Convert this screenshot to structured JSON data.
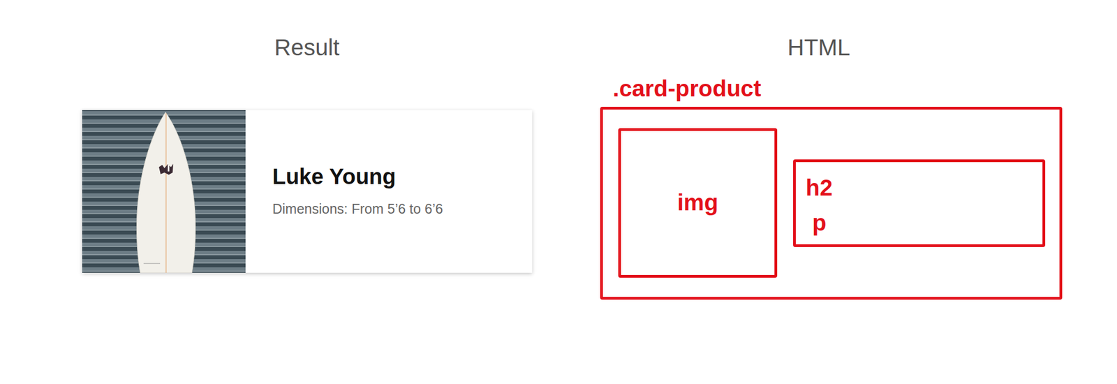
{
  "diagram": {
    "nodes": [
      {
        "text": [
          "Luke Young",
          "Dimensions: From 5’6 to 6’6"
        ]
      },
      {
        "text": [
          ".card-product"
        ]
      },
      {
        "text": [
          "img"
        ],
        "in": 1
      },
      {
        "text": [
          "h2",
          "p"
        ],
        "in": 1
      }
    ],
    "labels": [
      "Result",
      "HTML"
    ]
  }
}
